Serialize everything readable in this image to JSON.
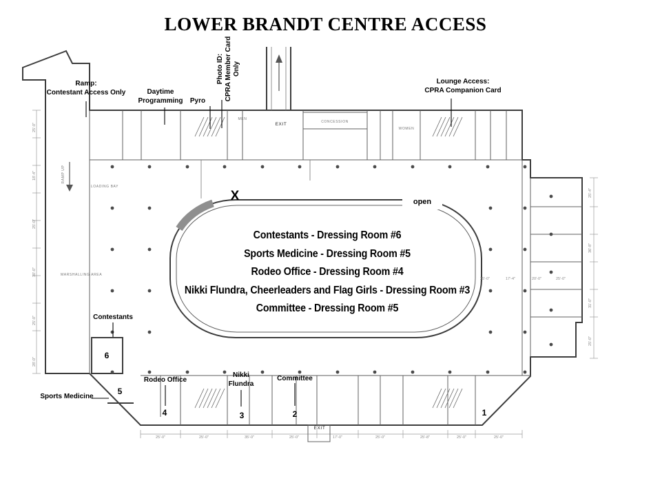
{
  "title": "LOWER BRANDT CENTRE ACCESS",
  "legend": {
    "lines": [
      "Contestants - Dressing Room #6",
      "Sports Medicine - Dressing Room #5",
      "Rodeo Office - Dressing Room #4",
      "Nikki Flundra, Cheerleaders and Flag Girls - Dressing Room #3",
      "Committee - Dressing Room #5"
    ]
  },
  "callouts": {
    "ramp_line1": "Ramp:",
    "ramp_line2": "Contestant Access Only",
    "daytime_line1": "Daytime",
    "daytime_line2": "Programming",
    "pyro": "Pyro",
    "photo_id_line1": "Photo ID:",
    "photo_id_line2": "CPRA Member Card",
    "photo_id_line3": "Only",
    "lounge_line1": "Lounge Access:",
    "lounge_line2": "CPRA Companion Card",
    "open": "open",
    "x_mark": "X",
    "contestants": "Contestants",
    "sports_medicine": "Sports Medicine",
    "rodeo_office": "Rodeo Office",
    "nikki_line1": "Nikki",
    "nikki_line2": "Flundra",
    "committee": "Committee"
  },
  "rooms": {
    "n1": "1",
    "n2": "2",
    "n3": "3",
    "n4": "4",
    "n5": "5",
    "n6": "6"
  },
  "plan_labels": {
    "exit_top": "EXIT",
    "exit_bottom": "EXIT",
    "concession": "CONCESSION",
    "women": "WOMEN",
    "men": "MEN",
    "marshalling_area": "MARSHALLING AREA",
    "loading_bay": "LOADING BAY",
    "ramp_up": "RAMP UP"
  },
  "dimensions": {
    "bottom": [
      "25'-0\"",
      "25'-0\"",
      "35'-0\"",
      "25'-0\"",
      "17'-0\"",
      "25'-0\"",
      "25'-8\"",
      "25'-0\"",
      "25'-0\""
    ],
    "left": [
      "25'-0\"",
      "18'-4\"",
      "25'-0\"",
      "30'-0\"",
      "25'-0\"",
      "28'-0\""
    ],
    "right": [
      "25'-4\"",
      "36'-8\"",
      "31'-0\"",
      "25'-0\""
    ],
    "mid_right": [
      "25'-0\"",
      "17'-4\"",
      "20'-0\"",
      "25'-0\""
    ]
  }
}
